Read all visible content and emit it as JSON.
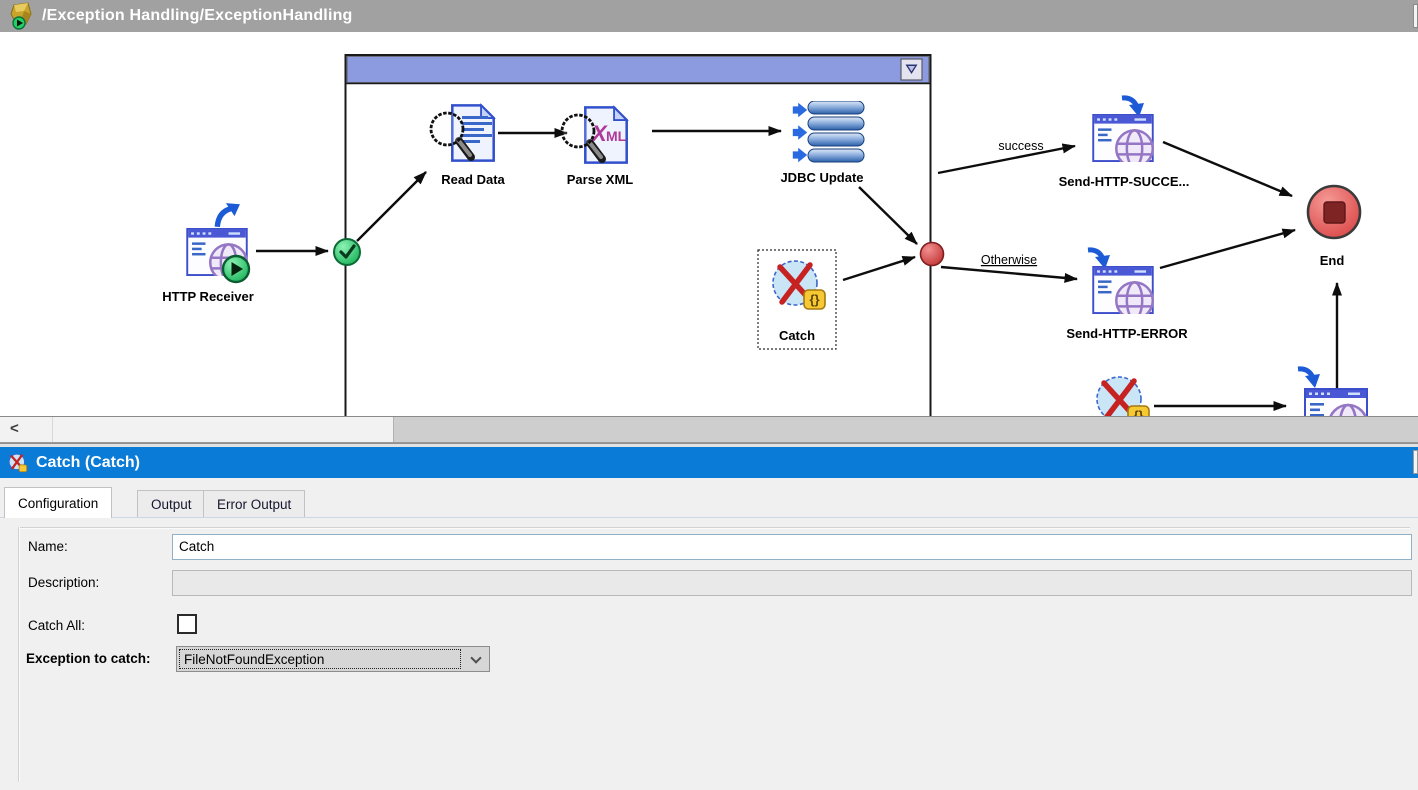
{
  "window": {
    "title": "/Exception Handling/ExceptionHandling",
    "icon": "process-icon"
  },
  "diagram": {
    "nodes": {
      "http_receiver": {
        "label": "HTTP Receiver",
        "icon": "http-browser-icon"
      },
      "read_data": {
        "label": "Read Data",
        "icon": "document-magnifier-icon"
      },
      "parse_xml": {
        "label": "Parse XML",
        "icon": "xml-document-magnifier-icon"
      },
      "jdbc_update": {
        "label": "JDBC Update",
        "icon": "database-icon"
      },
      "catch": {
        "label": "Catch",
        "icon": "catch-icon",
        "selected": true
      },
      "send_http_success": {
        "label": "Send-HTTP-SUCCE...",
        "icon": "http-browser-icon"
      },
      "send_http_error": {
        "label": "Send-HTTP-ERROR",
        "icon": "http-browser-icon"
      },
      "end": {
        "label": "End",
        "icon": "end-icon"
      }
    },
    "transitions": {
      "success": {
        "label": "success"
      },
      "otherwise": {
        "label": "Otherwise"
      }
    },
    "colors": {
      "group_header": "#8c9adf",
      "start_point": "#2ecc70",
      "transition_point": "#d94b4b",
      "end_node": "#e05a5a"
    }
  },
  "scrollbar": {
    "left_arrow": "<"
  },
  "inspector": {
    "title": "Catch (Catch)",
    "icon": "catch-icon",
    "header_color": "#0b7bd8",
    "tabs": [
      {
        "label": "Configuration",
        "active": true
      },
      {
        "label": "Output",
        "active": false
      },
      {
        "label": "Error Output",
        "active": false
      }
    ],
    "fields": {
      "name_label": "Name:",
      "name_value": "Catch",
      "description_label": "Description:",
      "description_value": "",
      "catch_all_label": "Catch All:",
      "catch_all_checked": false,
      "exception_label": "Exception to catch:",
      "exception_value": "FileNotFoundException"
    }
  }
}
